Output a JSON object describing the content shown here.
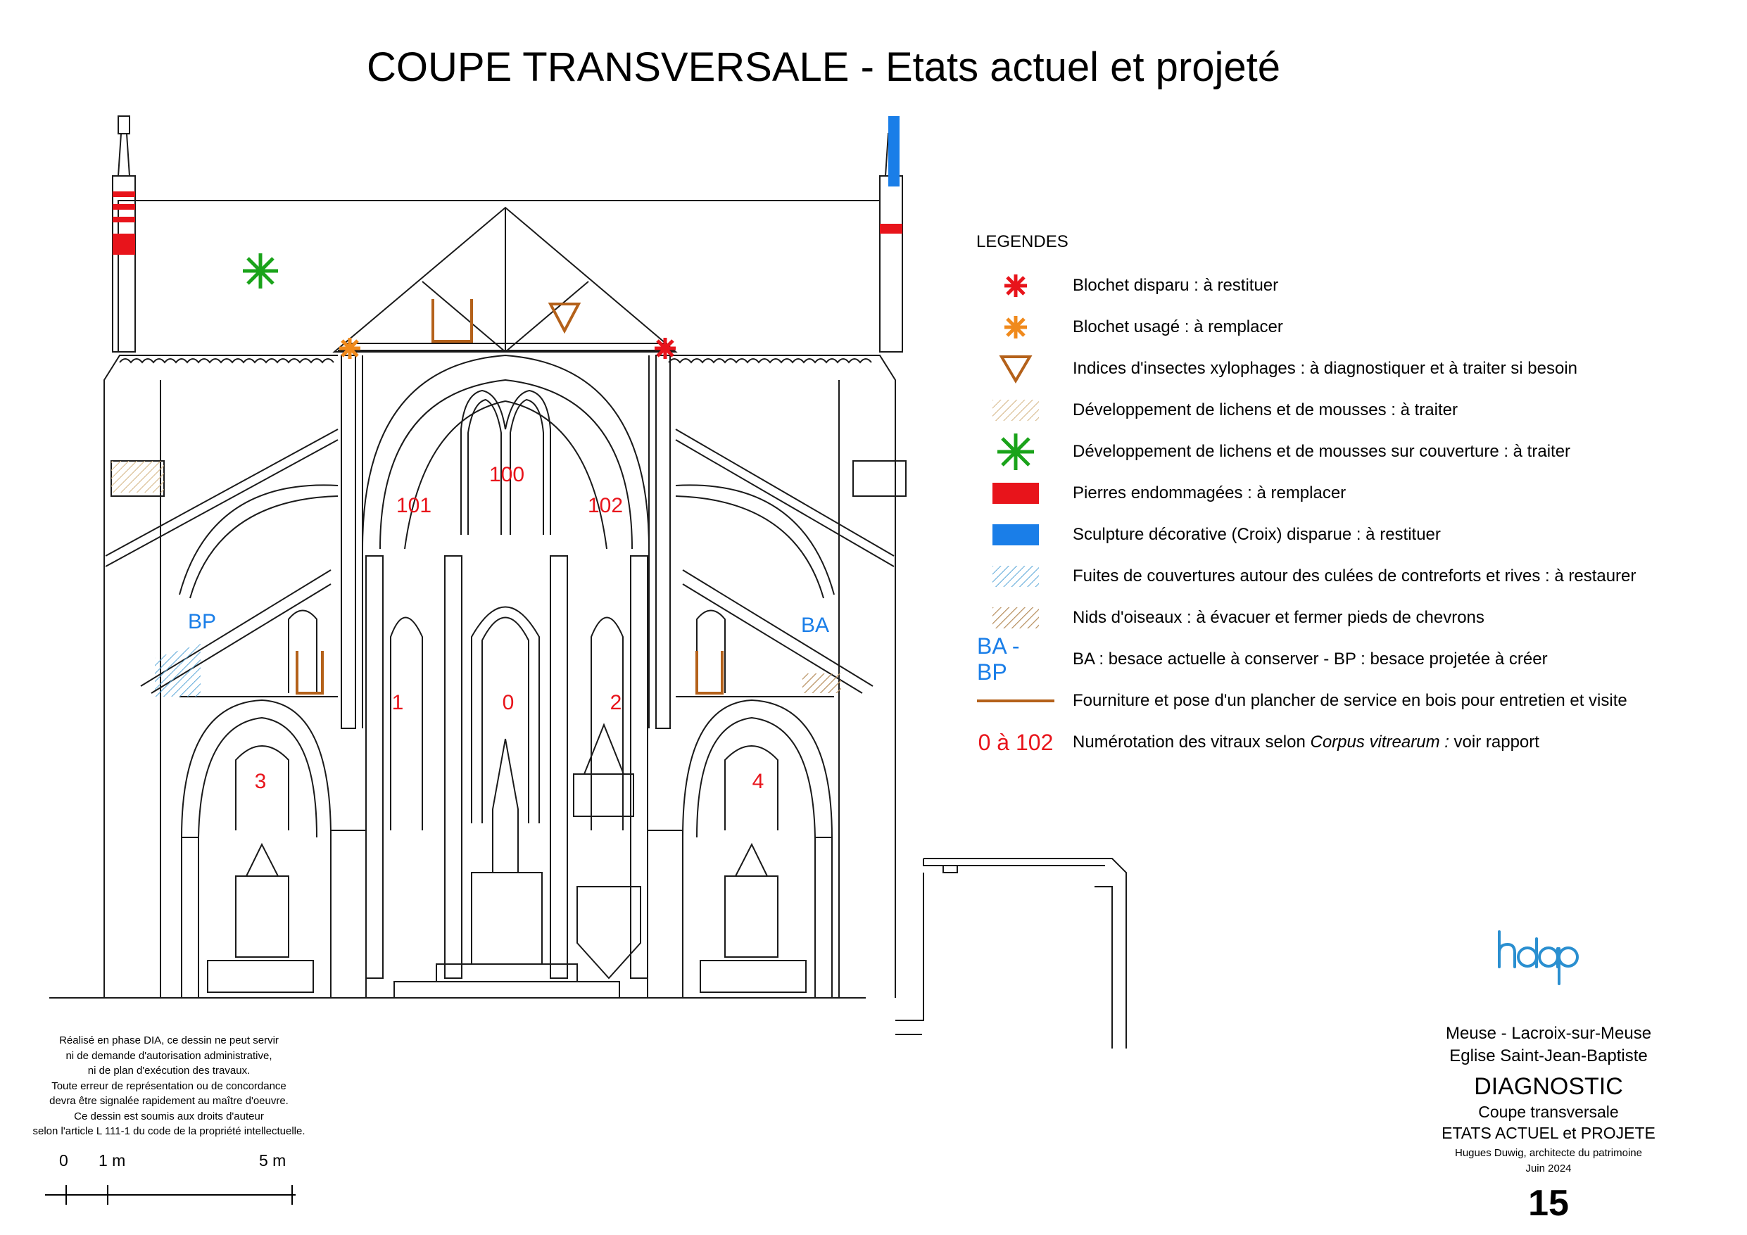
{
  "title": "COUPE TRANSVERSALE - Etats actuel et projeté",
  "legend": {
    "heading": "LEGENDES",
    "items": [
      {
        "symbol": "red-asterisk",
        "color": "#e8141b",
        "text": "Blochet disparu : à restituer"
      },
      {
        "symbol": "orange-asterisk",
        "color": "#f08a1c",
        "text": "Blochet usagé : à remplacer"
      },
      {
        "symbol": "brown-triangle",
        "color": "#b4611a",
        "text": "Indices d'insectes xylophages : à diagnostiquer et à traiter si besoin"
      },
      {
        "symbol": "beige-hatch",
        "color": "#d4b483",
        "text": "Développement de lichens et de mousses : à traiter"
      },
      {
        "symbol": "green-asterisk",
        "color": "#1aa31a",
        "text": "Développement de lichens et de mousses sur couverture : à traiter"
      },
      {
        "symbol": "red-block",
        "color": "#e8141b",
        "text": "Pierres endommagées : à remplacer"
      },
      {
        "symbol": "blue-block",
        "color": "#1a7ee8",
        "text": "Sculpture décorative (Croix) disparue : à restituer"
      },
      {
        "symbol": "blue-hatch",
        "color": "#5aa7d8",
        "text": "Fuites de couvertures autour des culées de contreforts et rives : à restaurer"
      },
      {
        "symbol": "brown-hatch",
        "color": "#b89060",
        "text": "Nids d'oiseaux : à évacuer et fermer pieds de chevrons"
      },
      {
        "symbol": "ba-bp-code",
        "color": "#1a7ee8",
        "code": "BA - BP",
        "text": "BA : besace actuelle à conserver - BP : besace projetée à créer"
      },
      {
        "symbol": "brown-line",
        "color": "#b4611a",
        "text": "Fourniture et pose d'un plancher de service en bois pour entretien et visite"
      },
      {
        "symbol": "range-code",
        "color": "#e8141b",
        "code": "0 à 102",
        "text_before": "Numérotation des vitraux selon ",
        "text_italic": "Corpus vitrearum :",
        "text_after": " voir rapport"
      }
    ]
  },
  "drawing_labels": {
    "window_numbers": [
      "100",
      "101",
      "102",
      "0",
      "1",
      "2",
      "3",
      "4"
    ],
    "besace_left": "BP",
    "besace_right": "BA"
  },
  "disclaimer": [
    "Réalisé en phase DIA, ce dessin ne peut servir",
    "ni de demande d'autorisation administrative,",
    "ni de plan d'exécution des travaux.",
    "Toute erreur de représentation ou de concordance",
    "devra être signalée rapidement au maître d'oeuvre.",
    "Ce dessin est soumis aux droits d'auteur",
    "selon l'article L 111-1 du code de la propriété intellectuelle."
  ],
  "scale": {
    "zero": "0",
    "one": "1 m",
    "five": "5 m"
  },
  "title_block": {
    "logo_text": "hdap",
    "location": "Meuse - Lacroix-sur-Meuse",
    "building": "Eglise Saint-Jean-Baptiste",
    "phase": "DIAGNOSTIC",
    "drawing": "Coupe transversale",
    "state": "ETATS ACTUEL et PROJETE",
    "author": "Hugues Duwig, architecte du patrimoine",
    "date": "Juin 2024",
    "sheet_number": "15"
  },
  "colors": {
    "red": "#e8141b",
    "orange": "#f08a1c",
    "brown": "#b4611a",
    "green": "#1aa31a",
    "blue": "#1a7ee8",
    "light_blue": "#5aa7d8",
    "beige": "#d4b483",
    "line": "#1a1a1a"
  }
}
